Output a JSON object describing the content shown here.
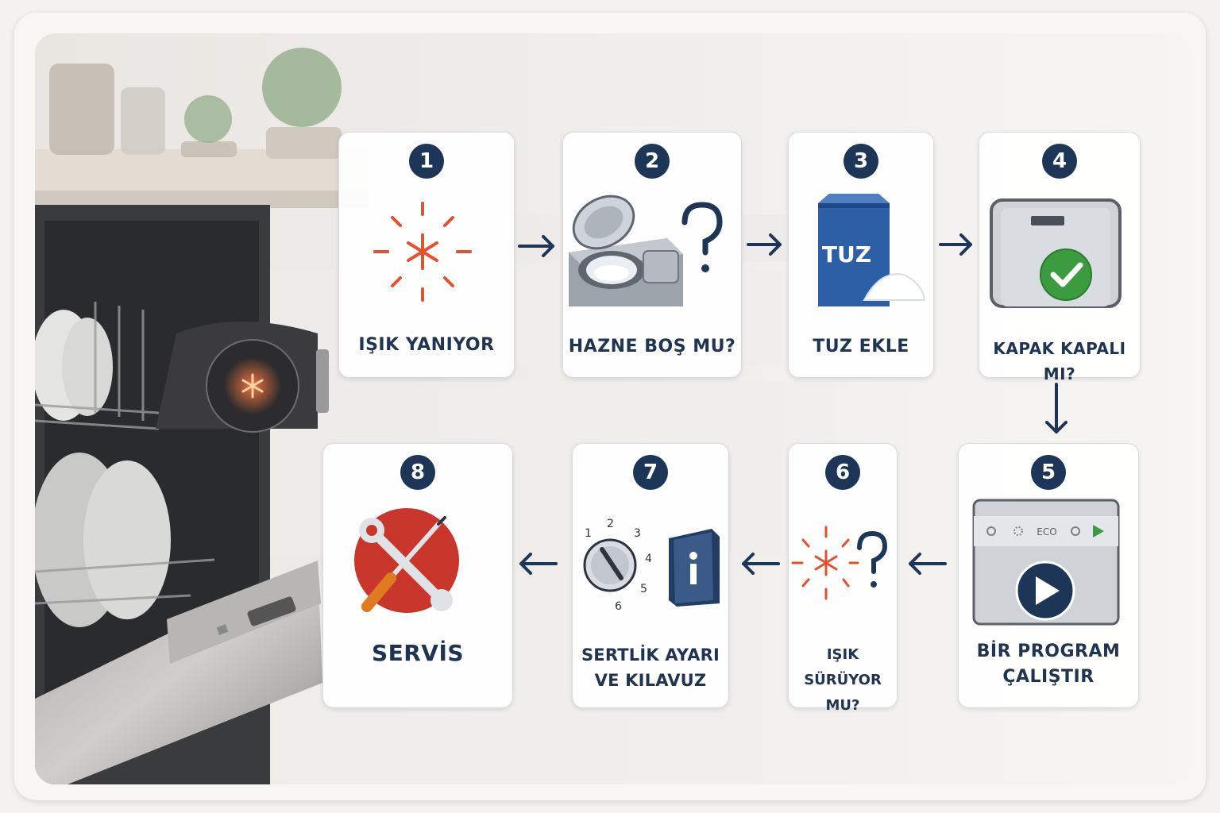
{
  "colors": {
    "navy": "#1d3557",
    "red": "#e5502e",
    "green": "#3a9b3f",
    "service_red": "#c9372c"
  },
  "steps": [
    {
      "number": "1",
      "label": "IŞIK YANIYOR",
      "icon": "flashing-light-icon"
    },
    {
      "number": "2",
      "label": "HAZNE BOŞ MU?",
      "icon": "salt-compartment-question-icon"
    },
    {
      "number": "3",
      "label": "TUZ EKLE",
      "icon": "salt-bag-icon",
      "icon_text": "TUZ"
    },
    {
      "number": "4",
      "label": "KAPAK KAPALI MI?",
      "icon": "lid-closed-check-icon"
    },
    {
      "number": "5",
      "label_lines": [
        "BİR PROGRAM",
        "ÇALIŞTIR"
      ],
      "icon": "run-program-icon",
      "panel_text": "ECO"
    },
    {
      "number": "6",
      "label_lines": [
        "IŞIK SÜRÜYOR",
        "MU?"
      ],
      "icon": "light-persists-question-icon"
    },
    {
      "number": "7",
      "label_lines": [
        "SERTLİK AYARI",
        "VE KILAVUZ"
      ],
      "icon": "hardness-dial-manual-icon",
      "dial_numbers": [
        "1",
        "2",
        "3",
        "4",
        "5",
        "6"
      ]
    },
    {
      "number": "8",
      "label": "SERVİS",
      "icon": "service-tools-icon"
    }
  ]
}
